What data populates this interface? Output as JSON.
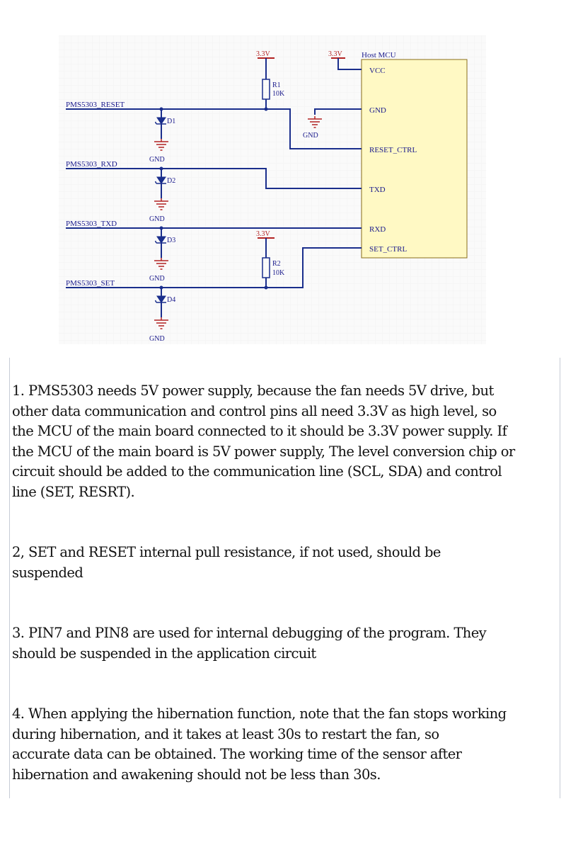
{
  "schematic": {
    "background": "#fafafa",
    "grid_color": "#ececec",
    "wire_color": "#1a2e8c",
    "power_color": "#b22222",
    "mcu_fill": "#fff9c4",
    "mcu_title": "Host MCU",
    "mcu_pins": [
      "VCC",
      "GND",
      "RESET_CTRL",
      "TXD",
      "RXD",
      "SET_CTRL"
    ],
    "nets": [
      "PMS5303_RESET",
      "PMS5303_RXD",
      "PMS5303_TXD",
      "PMS5303_SET"
    ],
    "power_labels": [
      "3.3V",
      "3.3V",
      "3.3V"
    ],
    "resistors": [
      {
        "ref": "R1",
        "value": "10K"
      },
      {
        "ref": "R2",
        "value": "10K"
      }
    ],
    "diodes": [
      "D1",
      "D2",
      "D3",
      "D4"
    ],
    "gnd_labels": [
      "GND",
      "GND",
      "GND",
      "GND",
      "GND"
    ]
  },
  "notes": [
    "1. PMS5303 needs 5V power supply, because the fan needs 5V drive, but\nother data communication and control pins all need 3.3V as high level, so\nthe MCU of the main board connected to it should be 3.3V power supply. If\nthe MCU of the main board is 5V power supply, The level conversion chip or\ncircuit should be added to the communication line (SCL, SDA) and control\nline (SET, RESRT).",
    "2, SET and RESET internal pull resistance, if not used, should be\nsuspended",
    "3. PIN7 and PIN8 are used for internal debugging of the program. They\nshould be suspended in the application circuit",
    "4. When applying the hibernation function, note that the fan stops working\nduring hibernation, and it takes at least 30s to restart the fan, so\naccurate data can be obtained. The working time of the sensor after\nhibernation and awakening should not be less than 30s."
  ]
}
